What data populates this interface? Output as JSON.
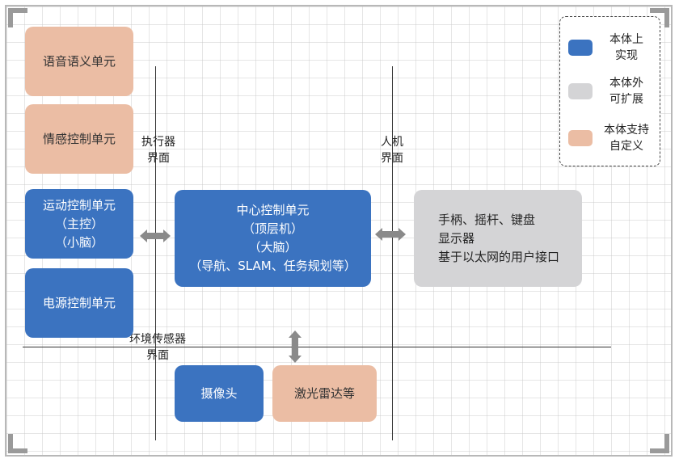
{
  "legend": {
    "items": [
      {
        "line1": "本体上",
        "line2": "实现",
        "color": "#3b73c0"
      },
      {
        "line1": "本体外",
        "line2": "可扩展",
        "color": "#d4d4d6"
      },
      {
        "line1": "本体支持",
        "line2": "自定义",
        "color": "#ebbda4"
      }
    ]
  },
  "boundaries": {
    "actuator": {
      "line1": "执行器",
      "line2": "界面"
    },
    "hmi": {
      "line1": "人机",
      "line2": "界面"
    },
    "sensor": {
      "line1": "环境传感器",
      "line2": "界面"
    }
  },
  "units": {
    "speech": "语音语义单元",
    "emotion": "情感控制单元",
    "motion": {
      "line1": "运动控制单元",
      "line2": "（主控）",
      "line3": "（小脑）"
    },
    "power": "电源控制单元",
    "central": {
      "line1": "中心控制单元",
      "line2": "（顶层机）",
      "line3": "（大脑）",
      "line4": "（导航、SLAM、任务规划等）"
    },
    "io": {
      "line1": "手柄、摇杆、键盘",
      "line2": "显示器",
      "line3": "基于以太网的用户接口"
    },
    "camera": "摄像头",
    "lidar": "激光雷达等"
  }
}
